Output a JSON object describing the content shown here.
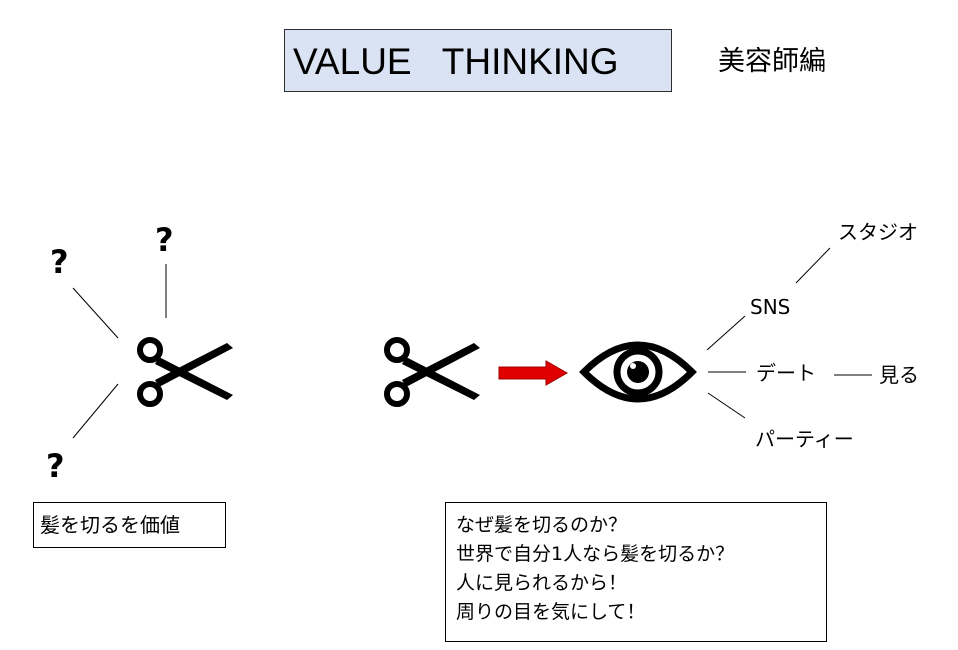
{
  "header": {
    "title": "VALUE   THINKING",
    "subtitle": "美容師編"
  },
  "left_group": {
    "question_marks": [
      "?",
      "?",
      "?"
    ],
    "caption": "髪を切るを価値"
  },
  "right_group": {
    "branches": {
      "sns": "SNS",
      "studio": "スタジオ",
      "date": "デート",
      "see": "見る",
      "party": "パーティー"
    },
    "caption_lines": [
      "なぜ髪を切るのか？",
      "世界で自分1人なら髪を切るか？",
      "人に見られるから！",
      "周りの目を気にして！"
    ]
  },
  "colors": {
    "title_bg": "#dae3f3",
    "arrow": "#e00000",
    "icon": "#000000"
  },
  "icons": [
    "scissors-icon",
    "scissors-icon",
    "arrow-right-icon",
    "eye-icon"
  ]
}
